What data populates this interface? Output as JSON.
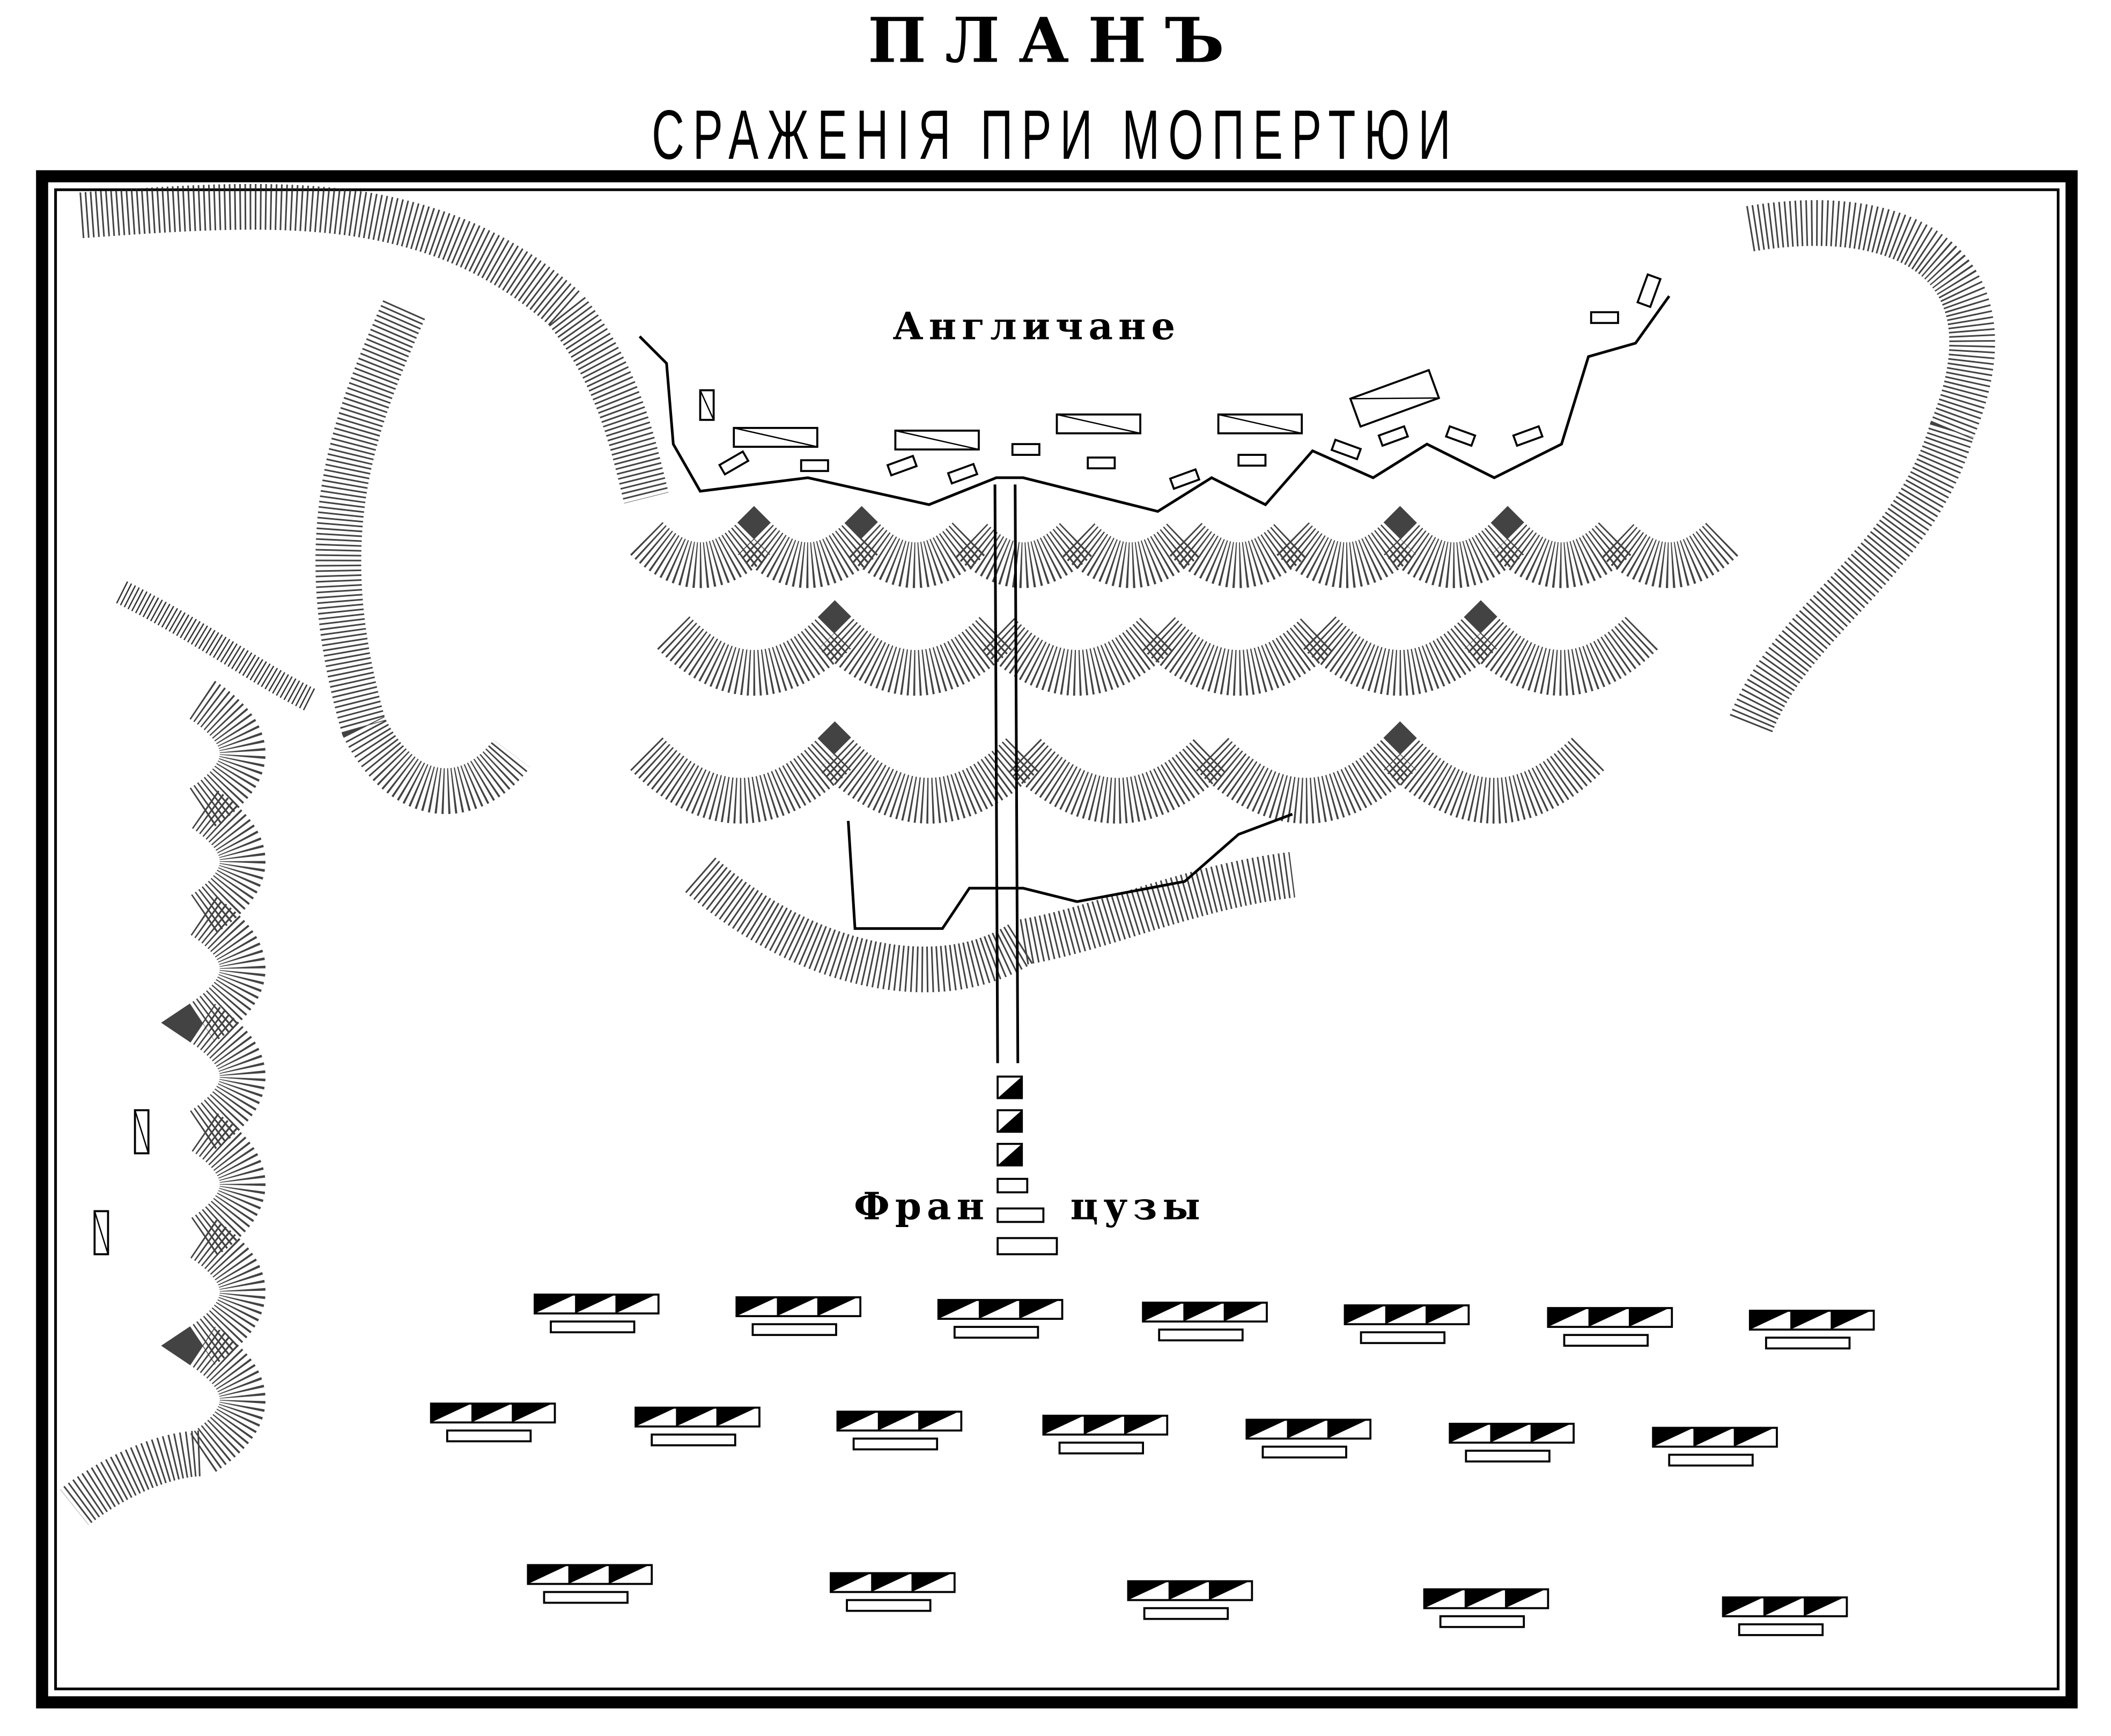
{
  "title": {
    "line1": "ПЛАНЪ",
    "line2": "СРАЖЕНІЯ ПРИ МОПЕРТЮИ"
  },
  "labels": {
    "english": "Англичане",
    "french_part1": "Фран",
    "french_part2": "цузы"
  },
  "colors": {
    "ink": "#000000",
    "paper": "#ffffff"
  }
}
